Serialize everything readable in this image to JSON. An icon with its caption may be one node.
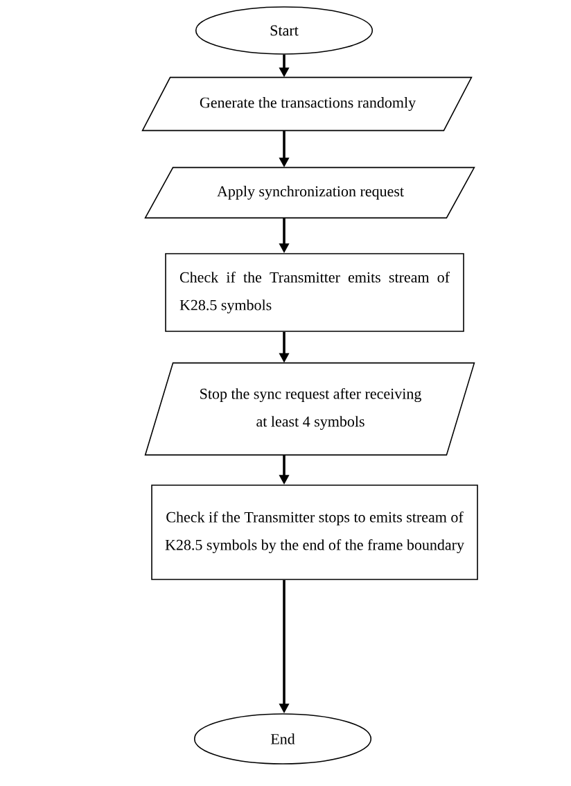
{
  "diagram": {
    "nodes": [
      {
        "text": [
          "Start"
        ]
      },
      {
        "text": [
          "Generate the transactions randomly"
        ]
      },
      {
        "text": [
          "Apply synchronization request"
        ]
      },
      {
        "text": [
          "Check if the Transmitter emits stream of K28.5 symbols"
        ]
      },
      {
        "text": [
          "Stop the sync request after receiving at least 4 symbols"
        ]
      },
      {
        "text": [
          "Check if the Transmitter stops to emits stream of K28.5 symbols by the end of the frame boundary"
        ]
      },
      {
        "text": [
          "End"
        ]
      }
    ],
    "edges": [
      {
        "from": 0,
        "to": 1,
        "arrow": "to"
      },
      {
        "from": 1,
        "to": 2,
        "arrow": "to"
      },
      {
        "from": 2,
        "to": 3,
        "arrow": "to"
      },
      {
        "from": 3,
        "to": 4,
        "arrow": "to"
      },
      {
        "from": 4,
        "to": 5,
        "arrow": "to"
      },
      {
        "from": 5,
        "to": 6,
        "arrow": "to"
      }
    ]
  }
}
